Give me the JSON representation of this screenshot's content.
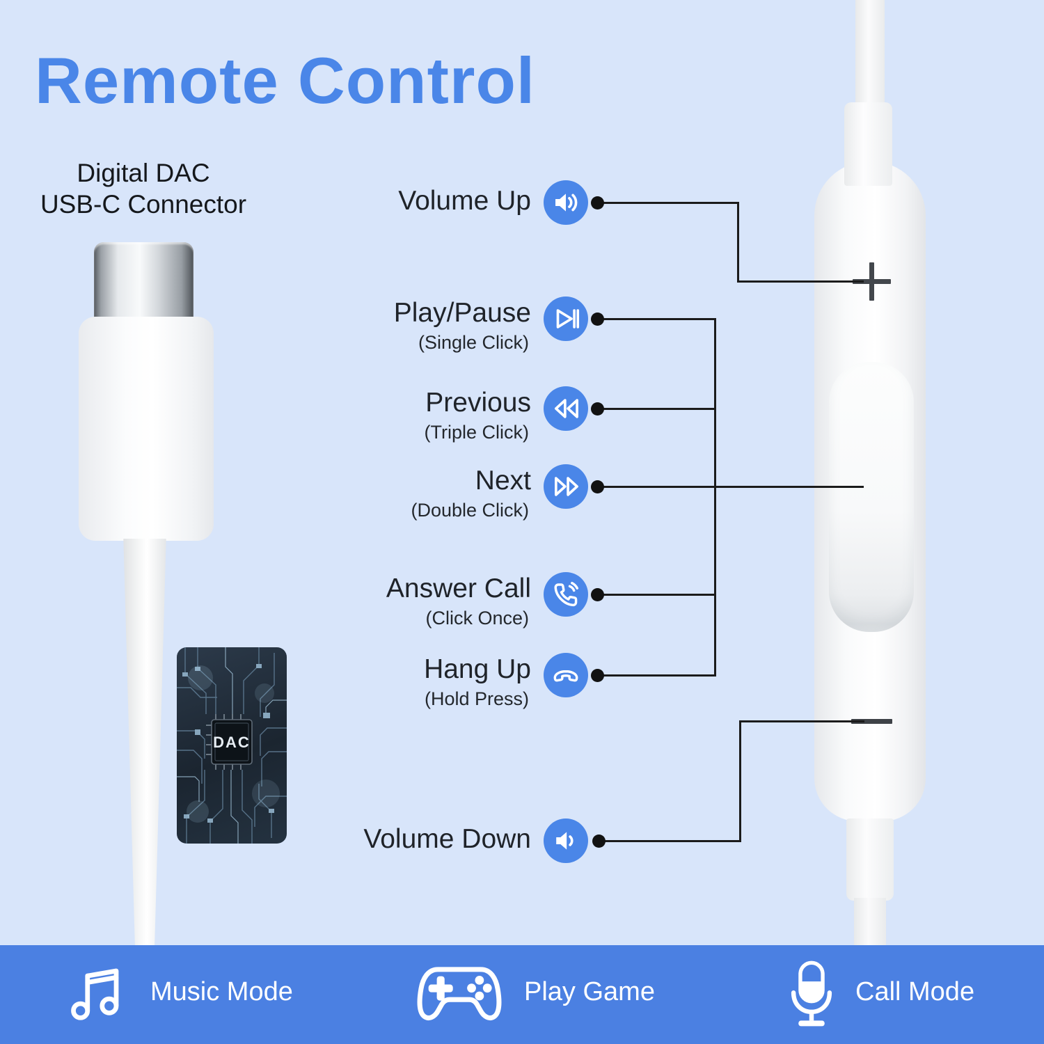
{
  "title": "Remote Control",
  "connector": {
    "label_line1": "Digital DAC",
    "label_line2": "USB-C Connector",
    "chip_label": "DAC"
  },
  "functions": [
    {
      "label": "Volume Up",
      "sublabel": "",
      "icon": "volume-up"
    },
    {
      "label": "Play/Pause",
      "sublabel": "(Single Click)",
      "icon": "play-pause"
    },
    {
      "label": "Previous",
      "sublabel": "(Triple Click)",
      "icon": "previous"
    },
    {
      "label": "Next",
      "sublabel": "(Double Click)",
      "icon": "next"
    },
    {
      "label": "Answer Call",
      "sublabel": "(Click Once)",
      "icon": "answer-call"
    },
    {
      "label": "Hang Up",
      "sublabel": "(Hold Press)",
      "icon": "hang-up"
    },
    {
      "label": "Volume Down",
      "sublabel": "",
      "icon": "volume-down"
    }
  ],
  "remote": {
    "volume_up_marking": "+",
    "volume_down_marking": "−"
  },
  "modes": [
    {
      "label": "Music Mode",
      "icon": "music-note"
    },
    {
      "label": "Play Game",
      "icon": "gamepad"
    },
    {
      "label": "Call Mode",
      "icon": "microphone"
    }
  ],
  "colors": {
    "background": "#d8e5fa",
    "accent_blue": "#4a86e8",
    "bar_blue": "#4b80e2",
    "line_black": "#1b1b1b",
    "text_dark": "#1f2329"
  }
}
